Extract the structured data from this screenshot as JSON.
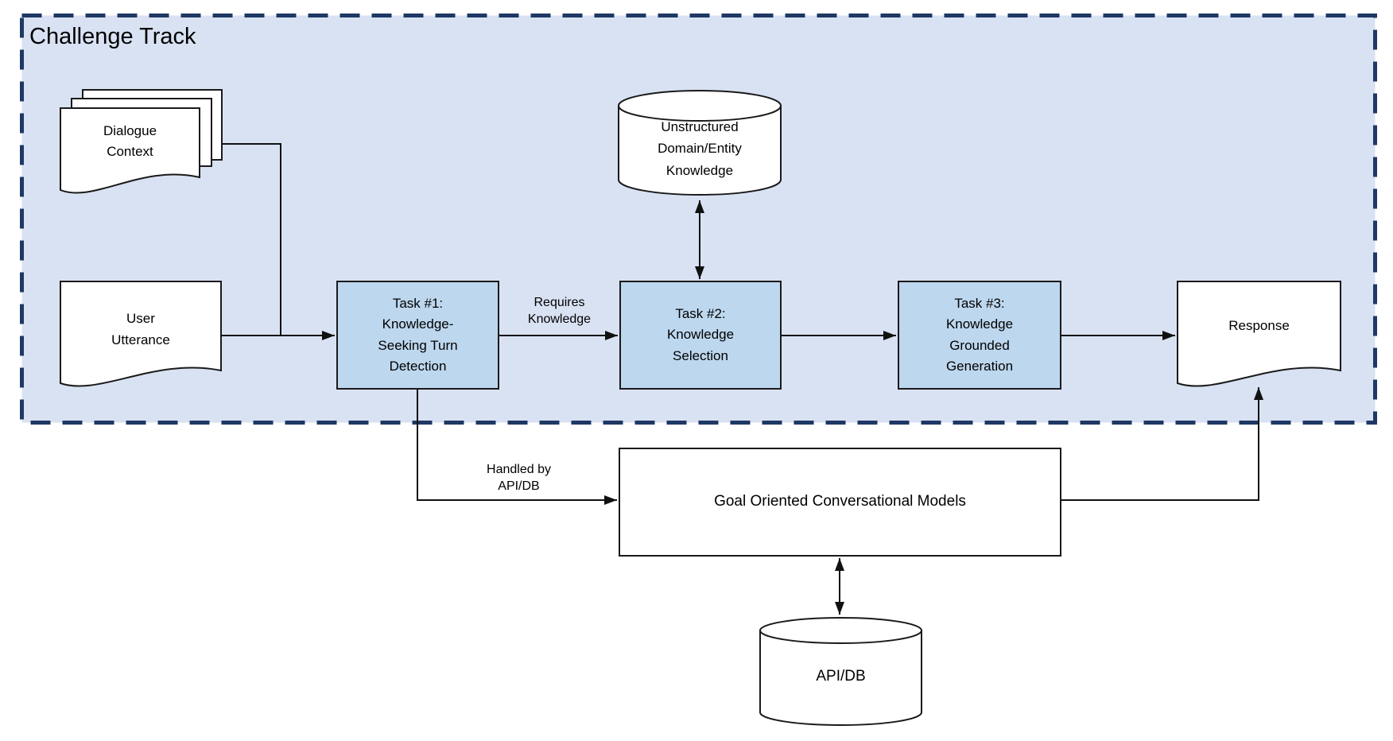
{
  "title": "Challenge Track",
  "colors": {
    "track_background": "#d9e2f3",
    "track_border": "#1f3864",
    "task_box_fill": "#bdd7ee",
    "shape_fill": "#ffffff",
    "outline": "#1a1a1a",
    "text": "#000000"
  },
  "nodes": {
    "dialogue_context": {
      "label": "Dialogue\nContext",
      "shape": "stacked-document"
    },
    "user_utterance": {
      "label": "User\nUtterance",
      "shape": "document"
    },
    "task1": {
      "label": "Task #1:\nKnowledge-\nSeeking Turn\nDetection",
      "shape": "process"
    },
    "task2": {
      "label": "Task #2:\nKnowledge\nSelection",
      "shape": "process"
    },
    "task3": {
      "label": "Task #3:\nKnowledge\nGrounded\nGeneration",
      "shape": "process"
    },
    "unstructured_knowledge": {
      "label": "Unstructured\nDomain/Entity\nKnowledge",
      "shape": "database-cylinder"
    },
    "response": {
      "label": "Response",
      "shape": "document"
    },
    "goal_models": {
      "label": "Goal Oriented Conversational Models",
      "shape": "process"
    },
    "api_db": {
      "label": "API/DB",
      "shape": "database-cylinder"
    }
  },
  "edge_labels": {
    "requires_knowledge": "Requires\nKnowledge",
    "handled_by": "Handled by\nAPI/DB"
  },
  "edges": [
    {
      "from": "Dialogue Context",
      "to": "Task #1: Knowledge-Seeking Turn Detection"
    },
    {
      "from": "User Utterance",
      "to": "Task #1: Knowledge-Seeking Turn Detection"
    },
    {
      "from": "Task #1: Knowledge-Seeking Turn Detection",
      "to": "Task #2: Knowledge Selection",
      "label": "Requires Knowledge"
    },
    {
      "from": "Unstructured Domain/Entity Knowledge",
      "to": "Task #2: Knowledge Selection",
      "bidirectional": true
    },
    {
      "from": "Task #2: Knowledge Selection",
      "to": "Task #3: Knowledge Grounded Generation"
    },
    {
      "from": "Task #3: Knowledge Grounded Generation",
      "to": "Response"
    },
    {
      "from": "Task #1: Knowledge-Seeking Turn Detection",
      "to": "Goal Oriented Conversational Models",
      "label": "Handled by API/DB"
    },
    {
      "from": "Goal Oriented Conversational Models",
      "to": "Response"
    },
    {
      "from": "Goal Oriented Conversational Models",
      "to": "API/DB",
      "bidirectional": true
    }
  ]
}
